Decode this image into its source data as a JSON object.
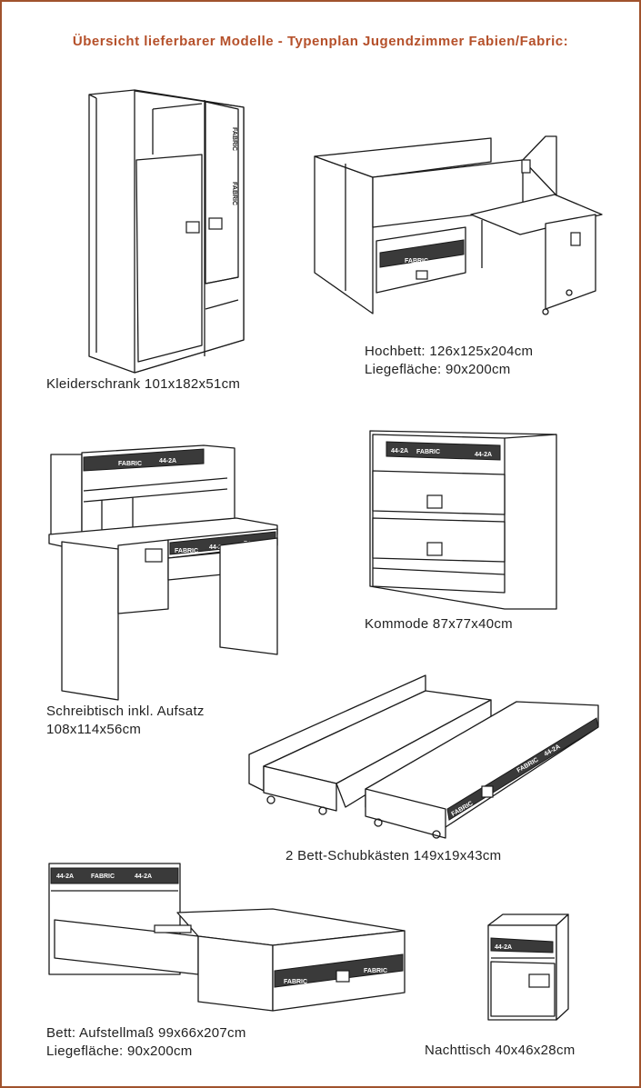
{
  "title": "Übersicht lieferbarer Modelle - Typenplan Jugendzimmer Fabien/Fabric:",
  "band_label": "FABRIC",
  "band_number": "44-2A",
  "products": {
    "wardrobe": {
      "caption": "Kleiderschrank 101x182x51cm"
    },
    "loft_bed": {
      "caption_line1": "Hochbett: 126x125x204cm",
      "caption_line2": "Liegefläche: 90x200cm"
    },
    "desk": {
      "caption_line1": "Schreibtisch inkl. Aufsatz",
      "caption_line2": "108x114x56cm"
    },
    "dresser": {
      "caption": "Kommode 87x77x40cm"
    },
    "drawers": {
      "caption": "2 Bett-Schubkästen 149x19x43cm"
    },
    "bed": {
      "caption_line1": "Bett: Aufstellmaß 99x66x207cm",
      "caption_line2": "Liegefläche: 90x200cm"
    },
    "nightstand": {
      "caption": "Nachttisch 40x46x28cm"
    }
  },
  "colors": {
    "border": "#a0522d",
    "title": "#b5502a",
    "text": "#222222"
  }
}
